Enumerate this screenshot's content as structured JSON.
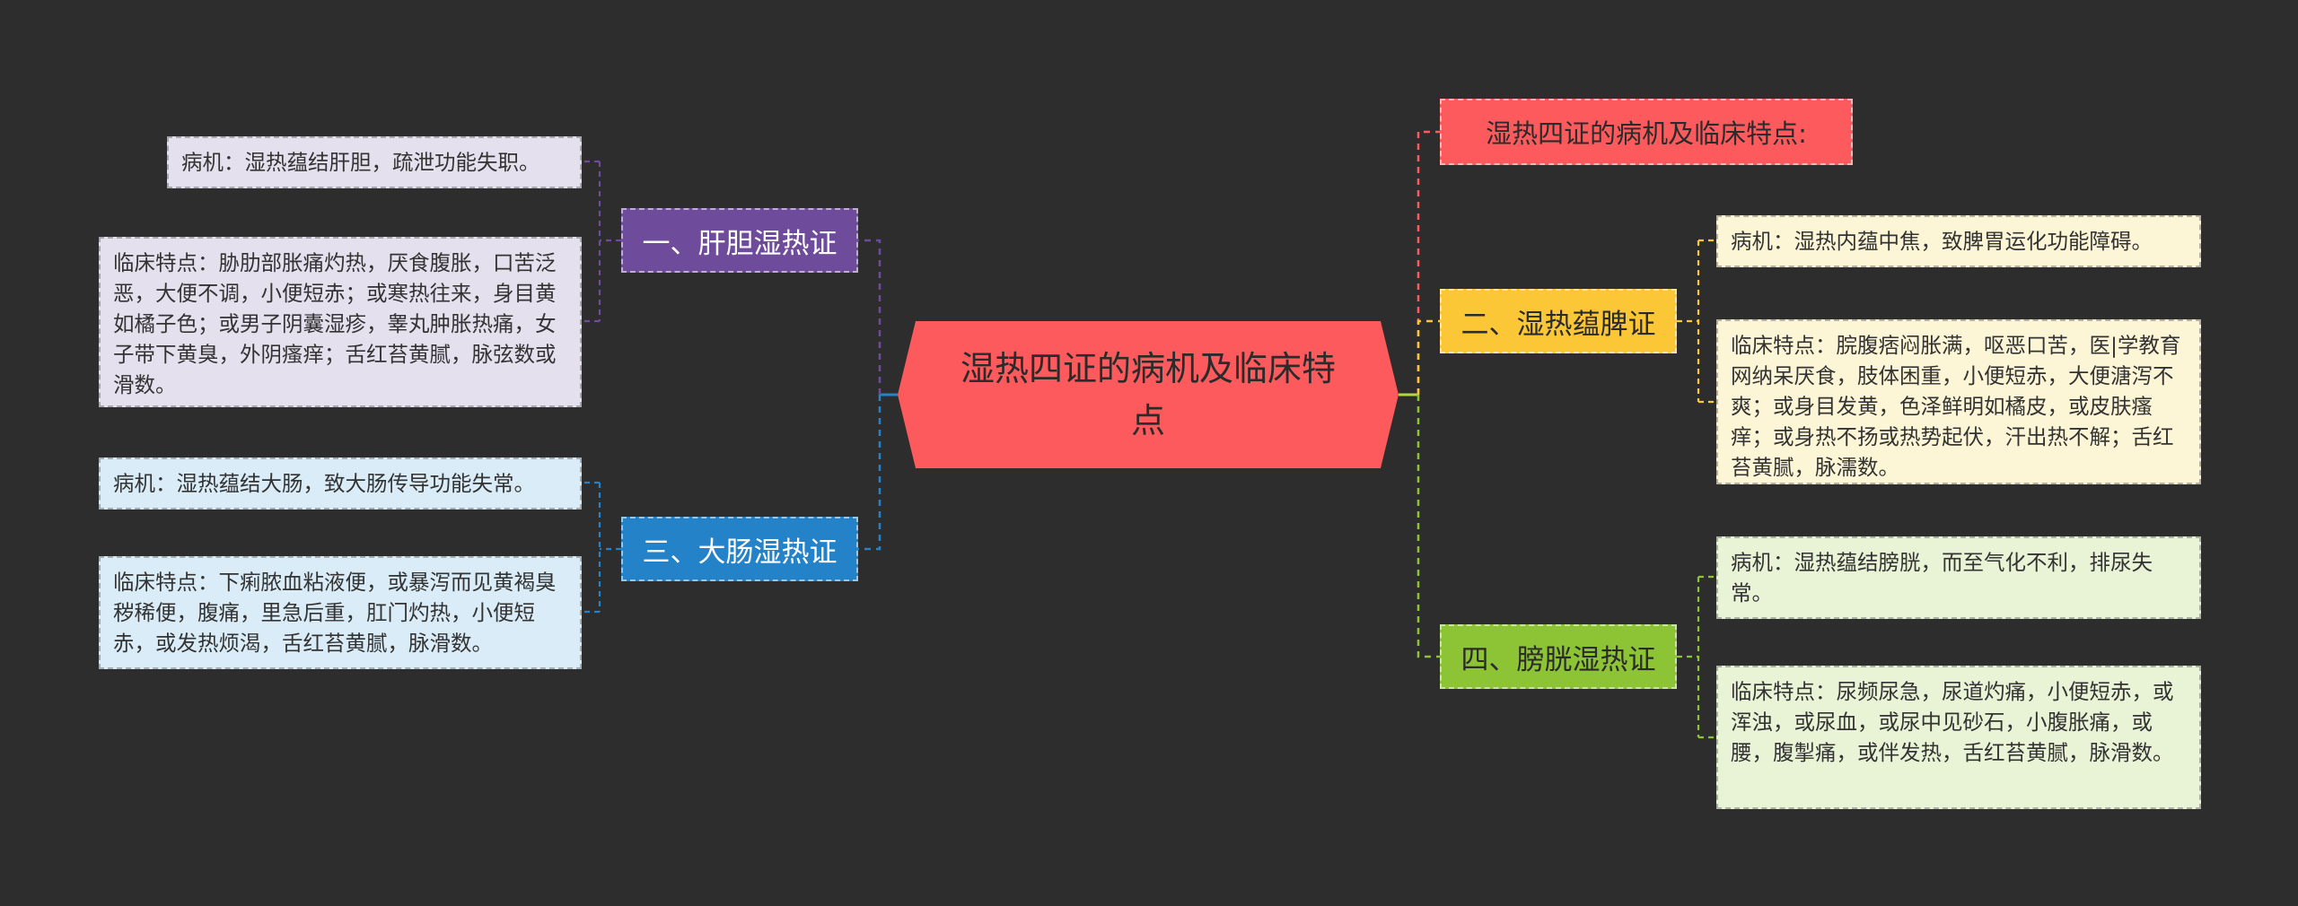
{
  "root": {
    "line1": "湿热四证的病机及临床特",
    "line2": "点"
  },
  "intro": {
    "label": "湿热四证的病机及临床特点:"
  },
  "branches": [
    {
      "label": "一、肝胆湿热证",
      "pathogenesis": "病机：湿热蕴结肝胆，疏泄功能失职。",
      "clinical": "临床特点：胁肋部胀痛灼热，厌食腹胀，口苦泛恶，大便不调，小便短赤；或寒热往来，身目黄如橘子色；或男子阴囊湿疹，睾丸肿胀热痛，女子带下黄臭，外阴瘙痒；舌红苔黄腻，脉弦数或滑数。"
    },
    {
      "label": "二、湿热蕴脾证",
      "pathogenesis": "病机：湿热内蕴中焦，致脾胃运化功能障碍。",
      "clinical": "临床特点：脘腹痞闷胀满，呕恶口苦，医|学教育网纳呆厌食，肢体困重，小便短赤，大便溏泻不爽；或身目发黄，色泽鲜明如橘皮，或皮肤瘙痒；或身热不扬或热势起伏，汗出热不解；舌红苔黄腻，脉濡数。"
    },
    {
      "label": "三、大肠湿热证",
      "pathogenesis": "病机：湿热蕴结大肠，致大肠传导功能失常。",
      "clinical": "临床特点：下痢脓血粘液便，或暴泻而见黄褐臭秽稀便，腹痛，里急后重，肛门灼热，小便短赤，或发热烦渴，舌红苔黄腻，脉滑数。"
    },
    {
      "label": "四、膀胱湿热证",
      "pathogenesis": "病机：湿热蕴结膀胱，而至气化不利，排尿失常。",
      "clinical": "临床特点：尿频尿急，尿道灼痛，小便短赤，或浑浊，或尿血，或尿中见砂石，小腹胀痛，或腰，腹掣痛，或伴发热，舌红苔黄腻，脉滑数。"
    }
  ],
  "colors": {
    "background": "#2d2d2e",
    "root": "#fc5a5c",
    "intro": "#fc5a5c",
    "branch1": "#6f4b9b",
    "branch1_leaf": "#e4e0ee",
    "branch2": "#fcc737",
    "branch2_leaf": "#fdf6d6",
    "branch3": "#2382c8",
    "branch3_leaf": "#d9ecf7",
    "branch4": "#8dc436",
    "branch4_leaf": "#e9f4d6"
  }
}
